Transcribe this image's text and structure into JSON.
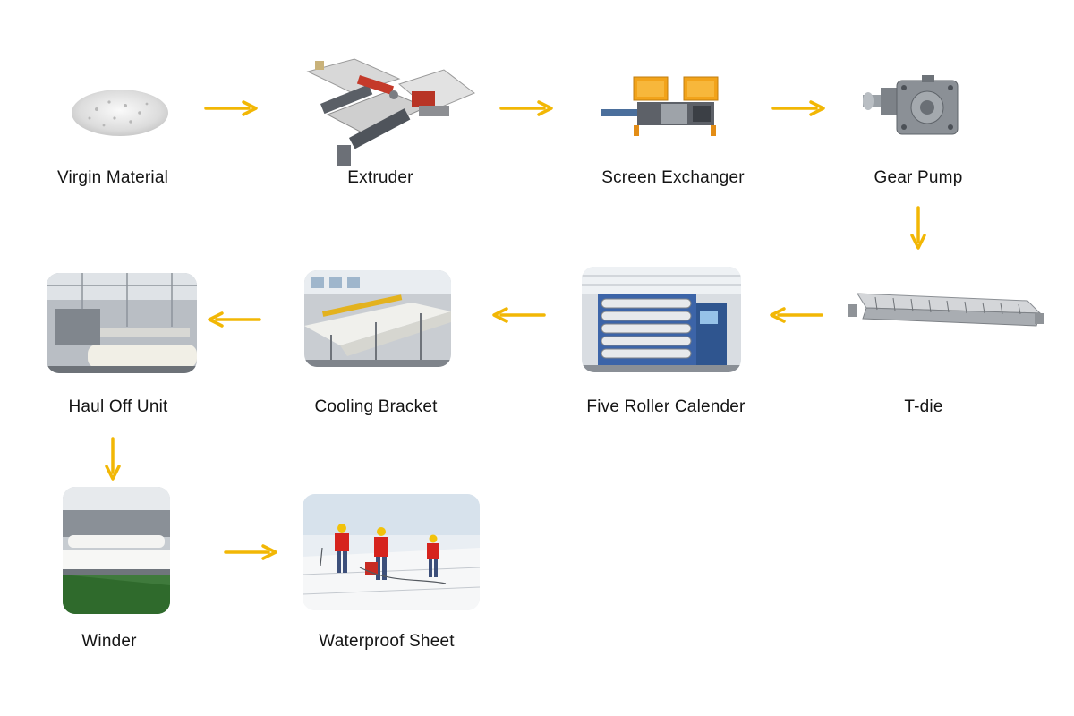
{
  "steps": [
    {
      "label": "Virgin Material"
    },
    {
      "label": "Extruder"
    },
    {
      "label": "Screen Exchanger"
    },
    {
      "label": "Gear Pump"
    },
    {
      "label": "T-die"
    },
    {
      "label": "Five Roller Calender"
    },
    {
      "label": "Cooling Bracket"
    },
    {
      "label": "Haul Off Unit"
    },
    {
      "label": "Winder"
    },
    {
      "label": "Waterproof Sheet"
    }
  ],
  "arrow_color": "#f2b705"
}
